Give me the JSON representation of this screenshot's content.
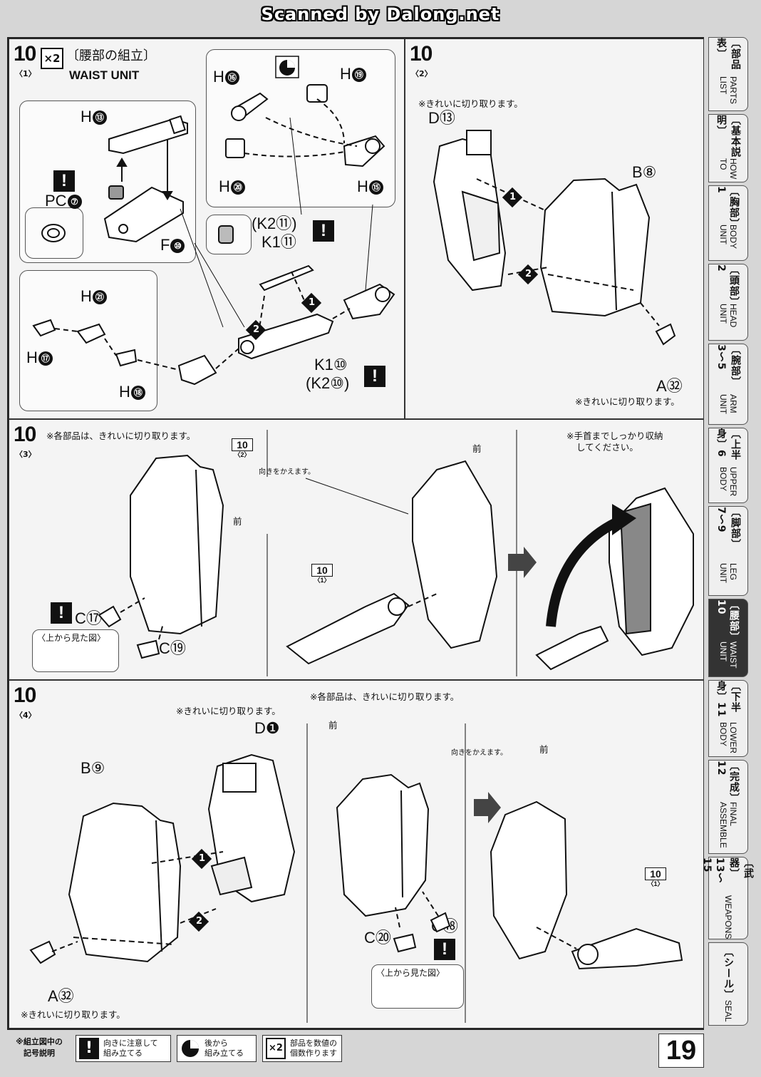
{
  "watermark": "Scanned by Dalong.net",
  "page_number": "19",
  "steps": {
    "s1": {
      "number": "10",
      "substep": "〈1〉",
      "multiplier": "×2",
      "title_jp": "〔腰部の組立〕",
      "title_en": "WAIST UNIT",
      "parts": {
        "h13": "H",
        "h13n": "⑬",
        "pc7": "PC",
        "pc7n": "⑦",
        "f10": "F",
        "f10n": "⑩",
        "h16": "H",
        "h16n": "⑯",
        "h19": "H",
        "h19n": "⑲",
        "h20": "H",
        "h20n": "⑳",
        "h15": "H",
        "h15n": "⑮",
        "k211": "(K2⑪)",
        "k111": "K1⑪",
        "h21": "H",
        "h21n": "㉑",
        "h17": "H",
        "h17n": "⑰",
        "h18": "H",
        "h18n": "⑱",
        "k110": "K1⑩",
        "k210": "(K2⑩)"
      },
      "seq1": "1",
      "seq2": "2"
    },
    "s2": {
      "number": "10",
      "substep": "〈2〉",
      "note_top": "※きれいに切り取ります。",
      "note_bottom": "※きれいに切り取ります。",
      "d13": "D⑬",
      "b8": "B⑧",
      "a32": "A㉜",
      "seq1": "1",
      "seq2": "2"
    },
    "s3": {
      "number": "10",
      "substep": "〈3〉",
      "note_top": "※各部品は、きれいに切り取ります。",
      "ref_top": "10",
      "ref_top_sub": "〈2〉",
      "turn": "向きをかえます。",
      "front1": "前",
      "front2": "前",
      "ref_mid": "10",
      "ref_mid_sub": "〈1〉",
      "c17": "C⑰",
      "c19": "C⑲",
      "top_view": "〈上から見た図〉",
      "note_right1": "※手首までしっかり収納",
      "note_right2": "してください。"
    },
    "s4": {
      "number": "10",
      "substep": "〈4〉",
      "note_top1": "※きれいに切り取ります。",
      "note_top2": "※各部品は、きれいに切り取ります。",
      "d1": "D❶",
      "b9": "B⑨",
      "a32": "A㉜",
      "note_bottom": "※きれいに切り取ります。",
      "front1": "前",
      "front2": "前",
      "turn": "向きをかえます。",
      "c20": "C⑳",
      "c18": "C⑱",
      "top_view": "〈上から見た図〉",
      "ref": "10",
      "ref_sub": "〈1〉",
      "seq1": "1",
      "seq2": "2"
    }
  },
  "tabs": [
    {
      "jp": "〔部品表〕",
      "en": "PARTS LIST",
      "active": false
    },
    {
      "jp": "〔基本説明〕",
      "en": "HOW TO",
      "active": false
    },
    {
      "jp": "〔胸部〕1",
      "en": "BODY UNIT",
      "active": false
    },
    {
      "jp": "〔頭部〕2",
      "en": "HEAD UNIT",
      "active": false
    },
    {
      "jp": "〔腕部〕3〜5",
      "en": "ARM UNIT",
      "active": false
    },
    {
      "jp": "〔上半身〕6",
      "en": "UPPER BODY",
      "active": false
    },
    {
      "jp": "〔脚部〕7〜9",
      "en": "LEG UNIT",
      "active": false
    },
    {
      "jp": "〔腰部〕10",
      "en": "WAIST UNIT",
      "active": true
    },
    {
      "jp": "〔下半身〕11",
      "en": "LOWER BODY",
      "active": false
    },
    {
      "jp": "〔完成〕12",
      "en": "FINAL ASSEMBLE",
      "active": false
    },
    {
      "jp": "〔武器〕13〜15",
      "en": "WEAPONS",
      "active": false
    },
    {
      "jp": "〔シール〕",
      "en": "SEAL",
      "active": false
    }
  ],
  "legend": {
    "title1": "※組立図中の",
    "title2": "記号説明",
    "i1_icon": "!",
    "i1a": "向きに注意して",
    "i1b": "組み立てる",
    "i2a": "後から",
    "i2b": "組み立てる",
    "i3_icon": "×2",
    "i3a": "部品を数値の",
    "i3b": "個数作ります"
  }
}
